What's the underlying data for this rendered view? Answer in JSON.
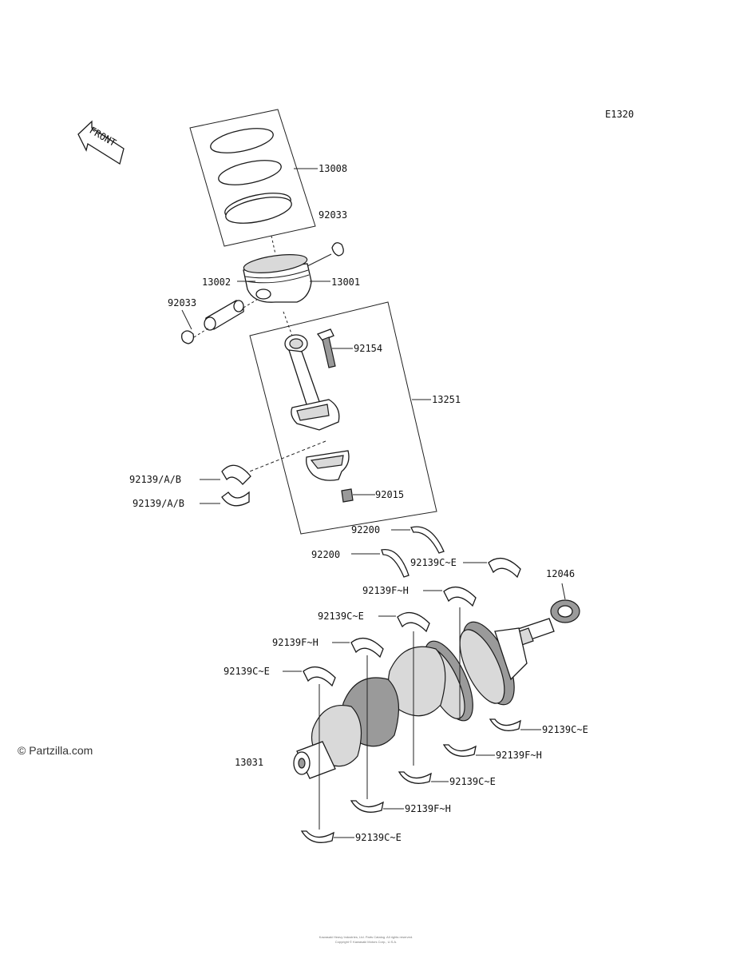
{
  "diagram_code": "E1320",
  "front_label": "FRONT",
  "watermark": "© Partzilla.com",
  "footer_line1": "Kawasaki Heavy Industries, Ltd. Parts Catalog. All rights reserved.",
  "footer_line2": "Copyright © Kawasaki Motors Corp., U.S.A.",
  "callouts": {
    "rings": "13008",
    "ring_lower": "92033",
    "circlip_right": "92033",
    "circlip_left": "92033",
    "piston_mark": "13002",
    "piston": "13001",
    "conrod_bolt": "92154",
    "conrod_assy": "13251",
    "rod_bearing_upper": "92139/A/B",
    "rod_bearing_lower": "92139/A/B",
    "conrod_nut": "92015",
    "thrust_upper": "92200",
    "thrust_lower": "92200",
    "bearing_upper_1": "92139C~E",
    "bearing_upper_2": "92139F~H",
    "bearing_upper_3": "92139C~E",
    "bearing_upper_4": "92139F~H",
    "bearing_upper_5": "92139C~E",
    "needle_bearing": "12046",
    "crankshaft": "13031",
    "bearing_lower_1": "92139C~E",
    "bearing_lower_2": "92139F~H",
    "bearing_lower_3": "92139C~E",
    "bearing_lower_4": "92139F~H",
    "bearing_lower_5": "92139C~E"
  }
}
